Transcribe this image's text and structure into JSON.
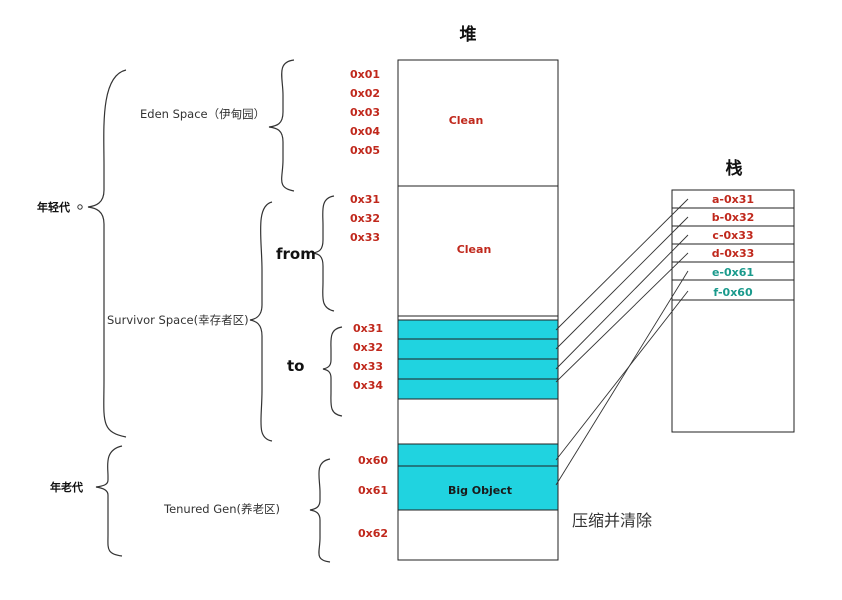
{
  "heap": {
    "title": "堆",
    "eden_label": "Clean",
    "from_label": "Clean",
    "big_object_label": "Big Object",
    "eden_addresses": [
      "0x01",
      "0x02",
      "0x03",
      "0x04",
      "0x05"
    ],
    "from_addresses": [
      "0x31",
      "0x32",
      "0x33"
    ],
    "to_addresses": [
      "0x31",
      "0x32",
      "0x33",
      "0x34"
    ],
    "old_addresses": [
      "0x60",
      "0x61",
      "0x62"
    ],
    "cell_color": "#20d3e0"
  },
  "stack": {
    "title": "栈",
    "entries": [
      {
        "label": "a-0x31",
        "color": "#c0281c"
      },
      {
        "label": "b-0x32",
        "color": "#c0281c"
      },
      {
        "label": "c-0x33",
        "color": "#c0281c"
      },
      {
        "label": "d-0x33",
        "color": "#c0281c"
      },
      {
        "label": "e-0x61",
        "color": "#1a9a8c"
      },
      {
        "label": "f-0x60",
        "color": "#1a9a8c"
      }
    ]
  },
  "regions": {
    "eden": "Eden Space（伊甸园）",
    "survivor": "Survivor Space(幸存者区)",
    "tenured": "Tenured Gen(养老区)",
    "from": "from",
    "to": "to"
  },
  "generations": {
    "young": "年轻代",
    "old": "年老代"
  },
  "note": "压缩并清除"
}
